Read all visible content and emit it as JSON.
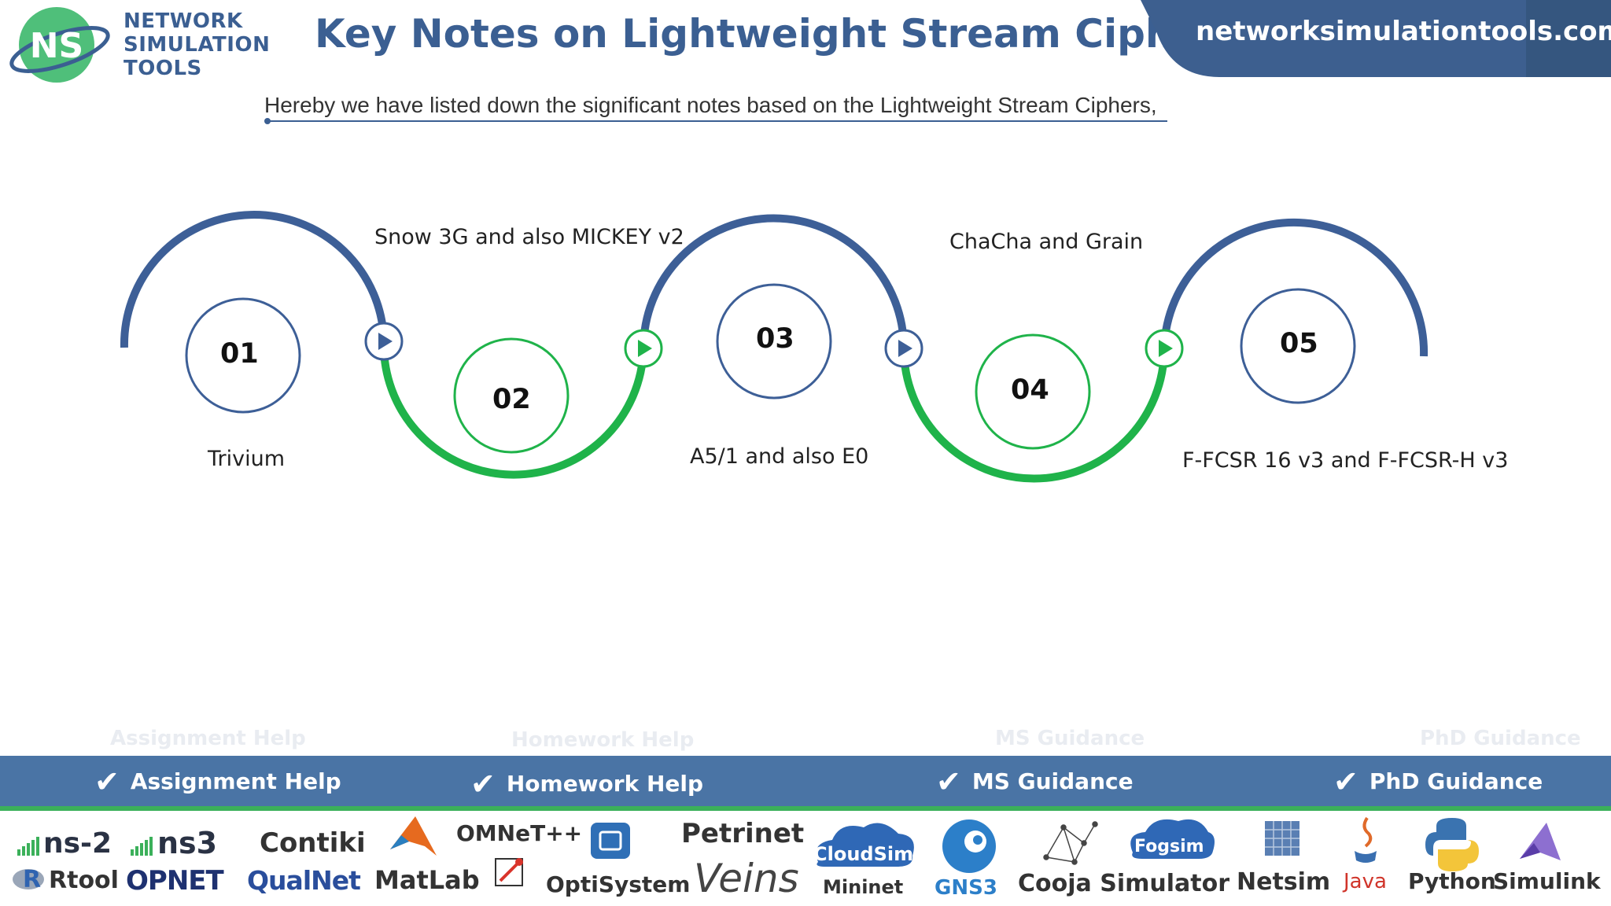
{
  "header": {
    "logo_initials": "NS",
    "logo_line1": "NETWORK",
    "logo_line2": "SIMULATION",
    "logo_line3": "TOOLS",
    "title": "Key Notes on Lightweight Stream Ciphers",
    "website": "networksimulationtools.com",
    "subtitle": "Hereby we have listed down the significant notes based on the Lightweight Stream Ciphers,"
  },
  "steps": [
    {
      "number": "01",
      "label": "Trivium"
    },
    {
      "number": "02",
      "label": "Snow 3G and also MICKEY v2"
    },
    {
      "number": "03",
      "label": "A5/1 and also E0"
    },
    {
      "number": "04",
      "label": "ChaCha and Grain"
    },
    {
      "number": "05",
      "label": "F-FCSR 16 v3 and F-FCSR-H v3"
    }
  ],
  "services": [
    "Assignment Help",
    "Homework Help",
    "MS  Guidance",
    "PhD  Guidance"
  ],
  "tools_row1": [
    "ns-2",
    "ns3",
    "Contiki",
    "OMNeT++",
    "Petrinet",
    "CloudSim",
    "Fogsim"
  ],
  "tools_row2": [
    "Rtool",
    "OPNET",
    "QualNet",
    "MatLab",
    "OptiSystem",
    "Veins",
    "Mininet",
    "GNS3",
    "Cooja Simulator",
    "Netsim",
    "Java",
    "Python",
    "Simulink"
  ],
  "colors": {
    "blue": "#3b5f92",
    "green": "#1fb34a",
    "bar": "#4a74a5"
  }
}
